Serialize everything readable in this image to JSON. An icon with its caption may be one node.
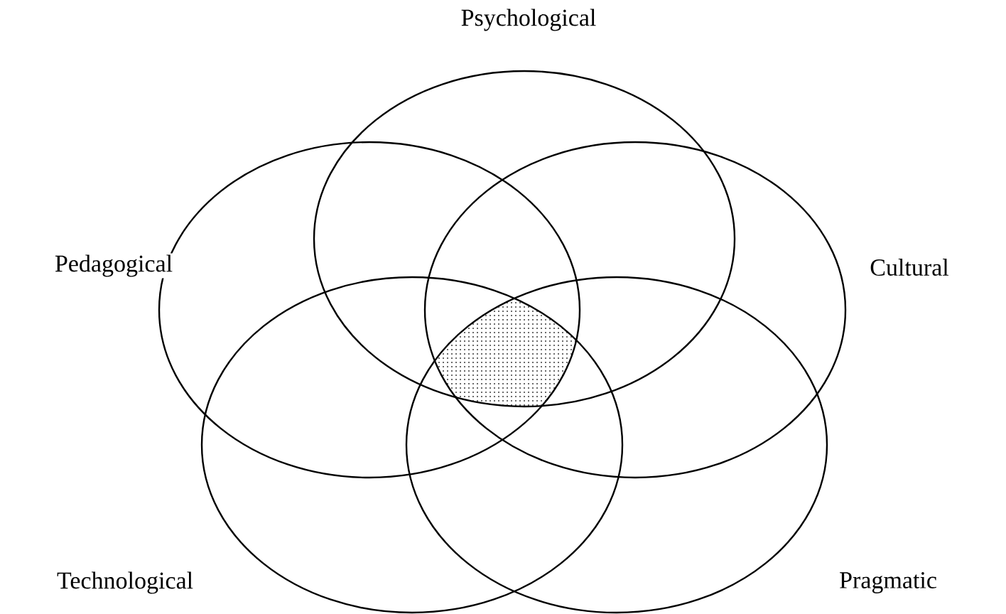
{
  "diagram": {
    "nodes": [
      {
        "text": [
          "Psychological"
        ]
      },
      {
        "text": [
          "Pedagogical"
        ]
      },
      {
        "text": [
          "Cultural"
        ]
      },
      {
        "text": [
          "Technological"
        ]
      },
      {
        "text": [
          "Pragmatic"
        ]
      }
    ]
  }
}
